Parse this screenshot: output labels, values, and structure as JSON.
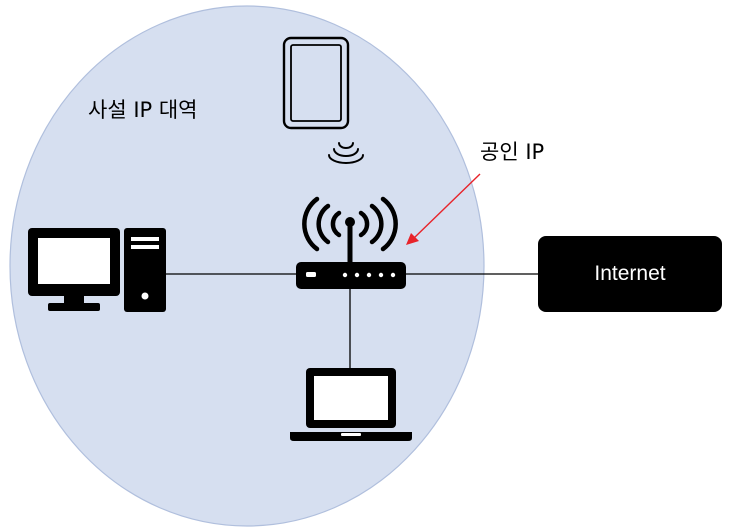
{
  "labels": {
    "private_network": "사설 IP 대역",
    "public_ip": "공인 IP",
    "internet": "Internet"
  },
  "colors": {
    "network_zone_fill": "#d6dff0",
    "network_zone_stroke": "#b0bfdd",
    "device": "#000000",
    "annotation_arrow": "#e8232a",
    "internet_box": "#000000",
    "internet_text": "#ffffff"
  },
  "icons": {
    "tablet": "tablet-icon",
    "wireless_signal": "wifi-signal-icon",
    "router": "router-icon",
    "desktop": "desktop-computer-icon",
    "laptop": "laptop-icon"
  }
}
